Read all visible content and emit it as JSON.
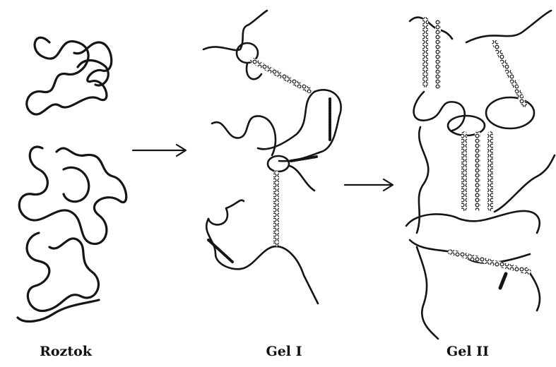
{
  "labels": {
    "solution": "Roztok",
    "gel1": "Gel I",
    "gel2": "Gel II"
  },
  "colors": {
    "ink": "#151515",
    "background": "#ffffff"
  }
}
